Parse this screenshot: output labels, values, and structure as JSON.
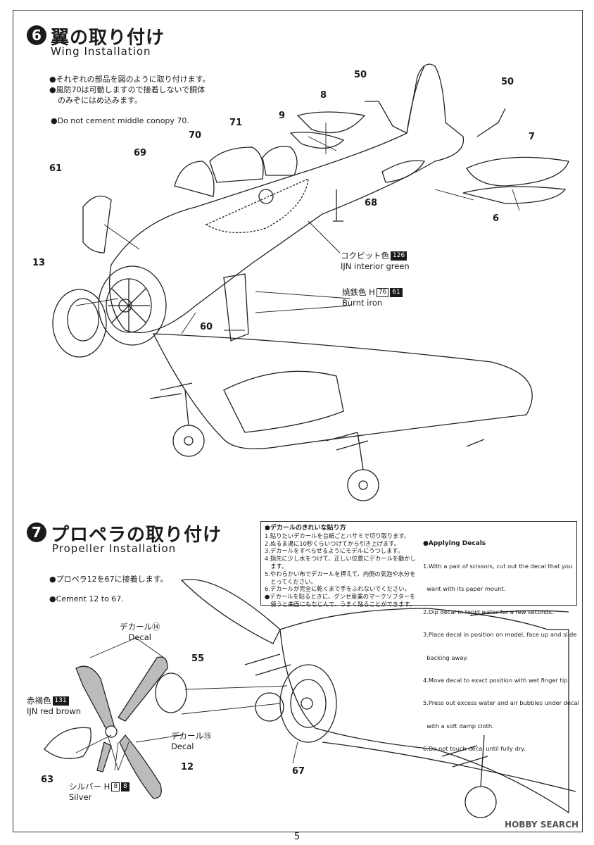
{
  "step6": {
    "number": "6",
    "title_jp": "翼の取り付け",
    "title_en": "Wing Installation",
    "notes_jp": [
      "●それぞれの部品を図のように取り付けます。",
      "●風防70は可動しますので接着しないで胴体",
      "のみぞにはめ込みます。"
    ],
    "note_en": "●Do not cement middle conopy 70.",
    "parts": {
      "p50a": "50",
      "p50b": "50",
      "p8": "8",
      "p9": "9",
      "p71": "71",
      "p70": "70",
      "p69": "69",
      "p61": "61",
      "p13": "13",
      "p68": "68",
      "p7": "7",
      "p6": "6",
      "p60": "60"
    },
    "color1": {
      "jp": "コクピット色",
      "code_dark": "126",
      "en": "IJN interior green"
    },
    "color2": {
      "jp": "焼鉄色 H",
      "code_light": "76",
      "code_dark": "61",
      "en": "Burnt iron"
    }
  },
  "step7": {
    "number": "7",
    "title_jp": "プロペラの取り付け",
    "title_en": "Propeller Installation",
    "note_jp": "●プロペラ12を67に接着します。",
    "note_en": "●Cement 12 to 67.",
    "parts": {
      "p55": "55",
      "p12": "12",
      "p63": "63",
      "p67": "67"
    },
    "decal1": {
      "jp": "デカール⑭",
      "en": "Decal"
    },
    "decal2": {
      "jp": "デカール⑮",
      "en": "Decal"
    },
    "color1": {
      "jp": "赤褐色",
      "code_dark": "131",
      "en": "IJN red brown"
    },
    "color2": {
      "jp": "シルバー H",
      "code_light": "8",
      "code_dark": "8",
      "en": "Silver"
    }
  },
  "decal_box": {
    "jp_head": "●デカールのきれいな貼り方",
    "jp_lines": [
      "1.貼りたいデカールを台紙ごとハサミで切り取ります。",
      "2.ぬるま湯に10秒くらいつけてから引き上げます。",
      "3.デカールをすべらせるようにモデルにうつします。",
      "4.指先に少し水をつけて、正しい位置にデカールを動かし",
      "　ます。",
      "5.やわらかい布でデカールを押えて、内側の気泡や水分を",
      "　とってください。",
      "6.デカールが完全に乾くまで手をふれないでください。",
      "●デカールを貼るときに、グンゼ産業のマークソフターを",
      "　使うと曲面にもなじんで、うまく貼ることができます。"
    ],
    "en_head": "●Applying Decals",
    "en_lines": [
      "1.With a pair of scissors, cut out the decal that you",
      "  want with its paper mount.",
      "2.Dip decal in tepid water for a few seconds.",
      "3.Place decal in position on model, face up and slide",
      "  backing away.",
      "4.Move decal to exact position with wet finger tip.",
      "5.Press out excess water and air bubbles under decal",
      "  with a soft damp cloth.",
      "6.Do not touch decal until fully dry."
    ]
  },
  "watermark": "HOBBY SEARCH",
  "page_number": "5"
}
